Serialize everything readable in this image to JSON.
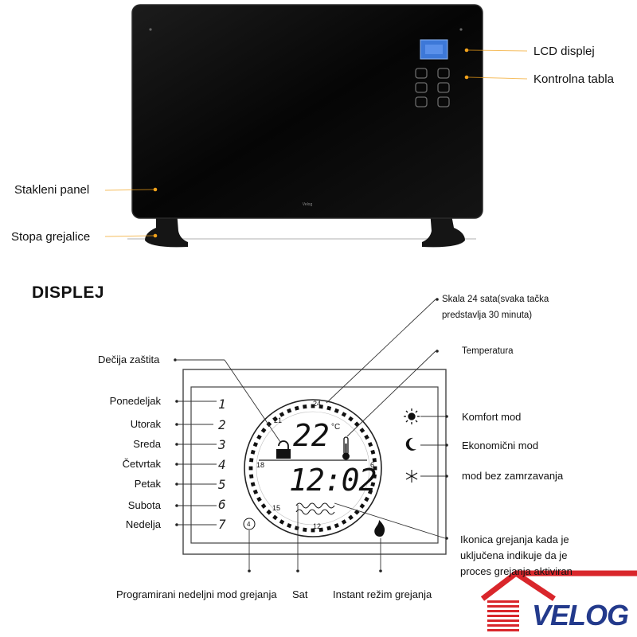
{
  "heater_labels": {
    "lcd": "LCD displej",
    "control": "Kontrolna tabla",
    "glass": "Stakleni panel",
    "foot": "Stopa grejalice"
  },
  "heater_brand": "Velog",
  "section_title": "DISPLEJ",
  "display": {
    "temperature": "22",
    "unit": "°C",
    "clock": "12:02",
    "dial_numbers": [
      "24",
      "21",
      "18",
      "15",
      "12",
      "6"
    ],
    "day_digits": [
      "1",
      "2",
      "3",
      "4",
      "5",
      "6",
      "7"
    ],
    "program_digit": "4"
  },
  "days": [
    "Ponedeljak",
    "Utorak",
    "Sreda",
    "Četvrtak",
    "Petak",
    "Subota",
    "Nedelja"
  ],
  "callouts": {
    "child_lock": "Dečija zaštita",
    "scale_line1": "Skala 24 sata(svaka tačka",
    "scale_line2": "predstavlja 30 minuta)",
    "temperature": "Temperatura",
    "comfort": "Komfort mod",
    "economy": "Ekonomični mod",
    "antifreeze": "mod bez zamrzavanja",
    "heat_icon_line1": "Ikonica grejanja kada je",
    "heat_icon_line2": "uključena indikuje da je",
    "heat_icon_line3": "proces grejanja aktiviran",
    "weekly": "Programirani nedeljni mod grejanja",
    "clock": "Sat",
    "instant": "Instant režim grejanja"
  },
  "logo": {
    "text": "VELOG",
    "colors": {
      "roof": "#d9262b",
      "text": "#233a8c"
    }
  }
}
